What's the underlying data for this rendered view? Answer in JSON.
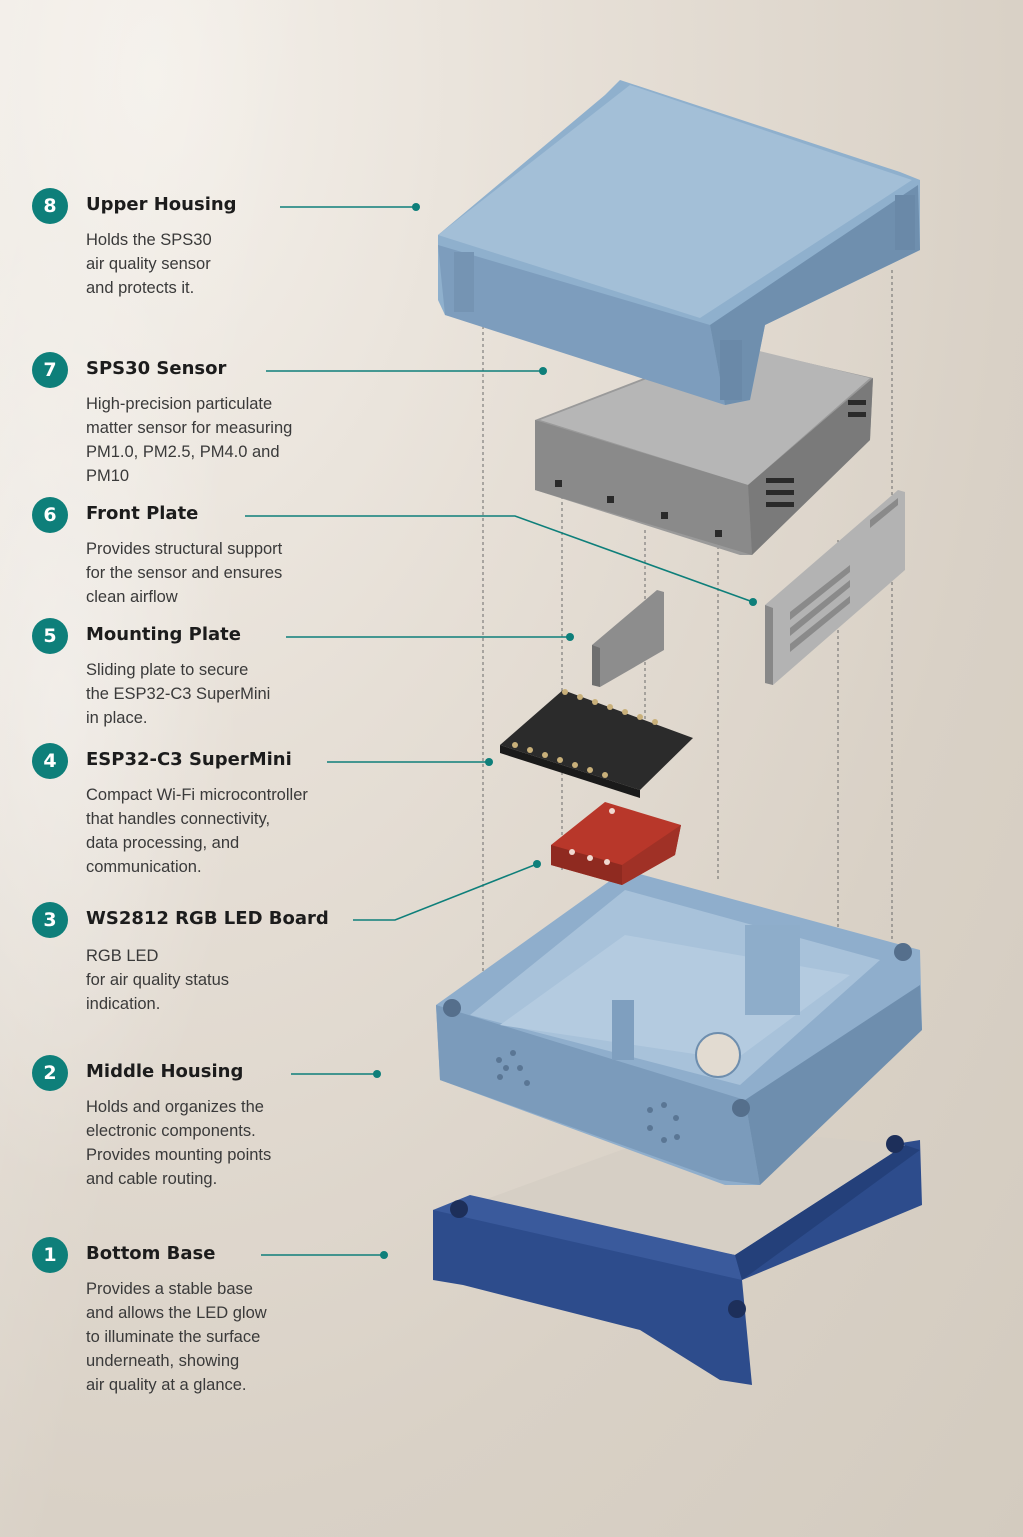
{
  "components": [
    {
      "number": "8",
      "title": "Upper Housing",
      "lines": [
        "Holds the SPS30",
        "air quality sensor",
        "and protects it."
      ]
    },
    {
      "number": "7",
      "title": "SPS30 Sensor",
      "lines": [
        "High-precision particulate",
        "matter sensor for measuring",
        "PM1.0, PM2.5, PM4.0 and",
        "PM10"
      ]
    },
    {
      "number": "6",
      "title": "Front Plate",
      "lines": [
        "Provides structural support",
        "for the sensor and ensures",
        "clean airflow"
      ]
    },
    {
      "number": "5",
      "title": "Mounting Plate",
      "lines": [
        "Sliding plate to secure",
        "the ESP32-C3 SuperMini",
        "in place."
      ]
    },
    {
      "number": "4",
      "title": "ESP32-C3 SuperMini",
      "lines": [
        "Compact Wi-Fi microcontroller",
        "that handles connectivity,",
        "data processing, and",
        "communication."
      ]
    },
    {
      "number": "3",
      "title": "WS2812 RGB LED Board",
      "lines": [
        "RGB LED",
        "for air quality status",
        "indication."
      ]
    },
    {
      "number": "2",
      "title": "Middle Housing",
      "lines": [
        "Holds and organizes the",
        "electronic components.",
        "Provides mounting points",
        "and cable routing."
      ]
    },
    {
      "number": "1",
      "title": "Bottom Base",
      "lines": [
        "Provides a stable base",
        "and allows the LED glow",
        "to illuminate the surface",
        "underneath, showing",
        "air quality at a glance."
      ]
    }
  ],
  "colors": {
    "accent": "#0e7f7a",
    "housing": "#8fb0cc",
    "base": "#2f4f8f",
    "led_board": "#b8372a",
    "sensor": "#9a9a9a"
  }
}
